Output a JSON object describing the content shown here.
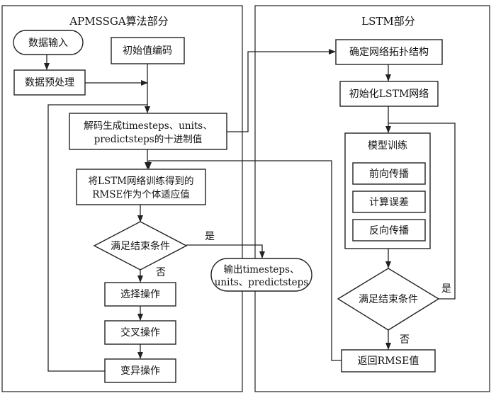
{
  "left_panel": {
    "title": "APMSSGA算法部分",
    "data_input": "数据输入",
    "preprocess": "数据预处理",
    "init_encoding": "初始值编码",
    "decode_line1": "解码生成timesteps、units、",
    "decode_line2": "predictsteps的十进制值",
    "fitness_line1": "将LSTM网络训练得到的",
    "fitness_line2": "RMSE作为个体适应值",
    "check_end": "满足结束条件",
    "yes": "是",
    "no": "否",
    "selection": "选择操作",
    "crossover": "交叉操作",
    "mutation": "变异操作",
    "output_line1": "输出timesteps、",
    "output_line2": "units、predictsteps"
  },
  "right_panel": {
    "title": "LSTM部分",
    "define_topology": "确定网络拓扑结构",
    "init_lstm": "初始化LSTM网络",
    "training_title": "模型训练",
    "forward": "前向传播",
    "compute_error": "计算误差",
    "backward": "反向传播",
    "check_end": "满足结束条件",
    "yes": "是",
    "no": "否",
    "return_rmse": "返回RMSE值"
  }
}
